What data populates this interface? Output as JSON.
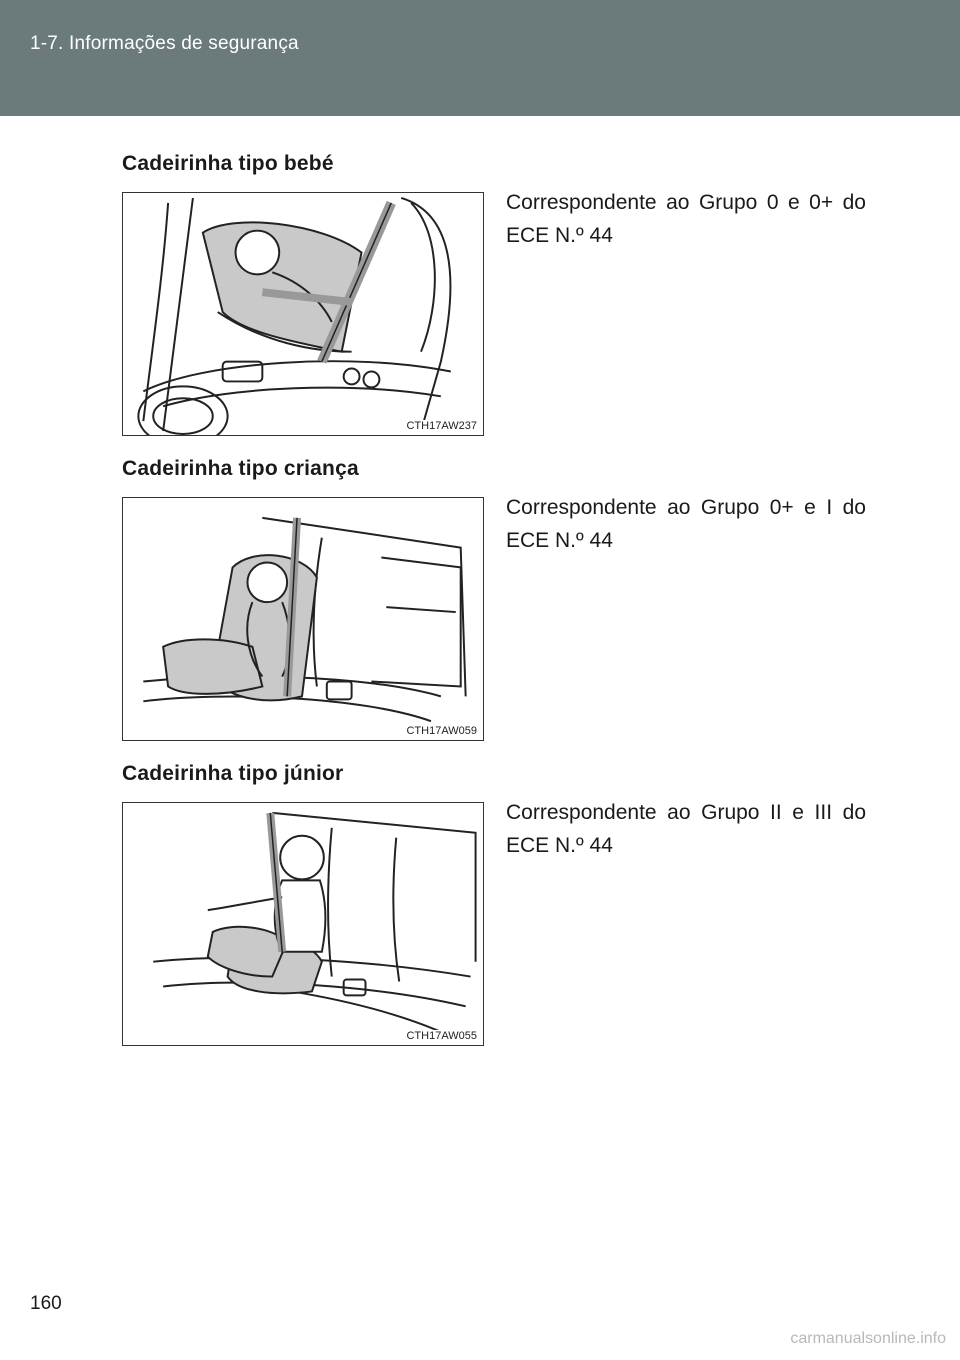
{
  "header": {
    "title": "1-7. Informações de segurança"
  },
  "sections": [
    {
      "heading": "Cadeirinha tipo bebé",
      "description": "Correspondente ao Grupo 0 e 0+ do ECE N.º 44",
      "figure_code": "CTH17AW237"
    },
    {
      "heading": "Cadeirinha tipo criança",
      "description": "Correspondente ao Grupo 0+ e I do ECE N.º 44",
      "figure_code": "CTH17AW059"
    },
    {
      "heading": "Cadeirinha tipo júnior",
      "description": "Correspondente ao Grupo II e III do ECE N.º 44",
      "figure_code": "CTH17AW055"
    }
  ],
  "page_number": "160",
  "watermark": "carmanualsonline.info",
  "colors": {
    "header_bg": "#6b7b7b",
    "seat_fill": "#c9c9c9",
    "line": "#222222"
  }
}
